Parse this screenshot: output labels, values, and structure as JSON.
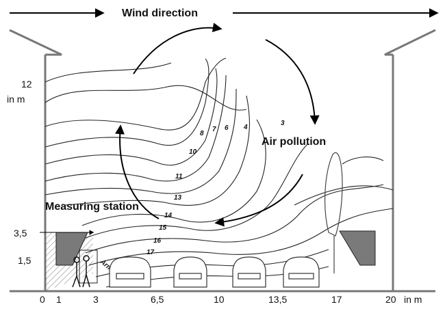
{
  "title": "Wind direction",
  "labels": {
    "air_pollution": "Air pollution",
    "measuring_station": "Measuring station",
    "arm": "Arm"
  },
  "y_axis": {
    "ticks": [
      "12",
      "3,5",
      "1,5"
    ],
    "unit": "in m"
  },
  "x_axis": {
    "ticks": [
      "0",
      "1",
      "3",
      "6,5",
      "10",
      "13,5",
      "17",
      "20"
    ],
    "unit": "in m"
  },
  "isolines": [
    "3",
    "4",
    "6",
    "7",
    "8",
    "10",
    "11",
    "13",
    "14",
    "15",
    "16",
    "17"
  ]
}
